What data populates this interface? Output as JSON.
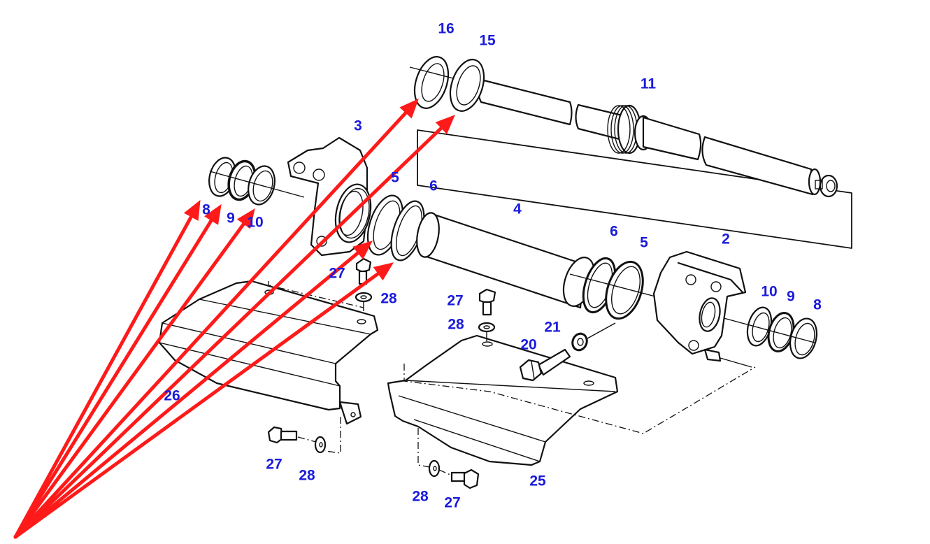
{
  "diagram": {
    "type": "exploded-parts-diagram",
    "subject": "Cylinder / shaft assembly with bearing housings and guard plates",
    "label_color": "#1a1adc",
    "arrow_color": "#ff1a1a",
    "line_color": "#111111",
    "callouts": [
      {
        "id": "c16",
        "text": "16",
        "part": "seal ring (outer)"
      },
      {
        "id": "c15",
        "text": "15",
        "part": "seal ring"
      },
      {
        "id": "c11",
        "text": "11",
        "part": "shaft"
      },
      {
        "id": "c3",
        "text": "3",
        "part": "bearing housing (left)"
      },
      {
        "id": "c5a",
        "text": "5",
        "part": "seal ring (left)"
      },
      {
        "id": "c6a",
        "text": "6",
        "part": "o-ring (left)"
      },
      {
        "id": "c4",
        "text": "4",
        "part": "cylinder tube"
      },
      {
        "id": "c6b",
        "text": "6",
        "part": "o-ring (right)"
      },
      {
        "id": "c5b",
        "text": "5",
        "part": "seal ring (right)"
      },
      {
        "id": "c2",
        "text": "2",
        "part": "bearing housing (right)"
      },
      {
        "id": "c8a",
        "text": "8",
        "part": "ring (left)"
      },
      {
        "id": "c9a",
        "text": "9",
        "part": "ring (left)"
      },
      {
        "id": "c10a",
        "text": "10",
        "part": "ring (left)"
      },
      {
        "id": "c10b",
        "text": "10",
        "part": "ring (right)"
      },
      {
        "id": "c9b",
        "text": "9",
        "part": "ring (right)"
      },
      {
        "id": "c8b",
        "text": "8",
        "part": "ring (right)"
      },
      {
        "id": "c27a",
        "text": "27",
        "part": "bolt"
      },
      {
        "id": "c28a",
        "text": "28",
        "part": "washer"
      },
      {
        "id": "c27b",
        "text": "27",
        "part": "bolt"
      },
      {
        "id": "c28b",
        "text": "28",
        "part": "washer"
      },
      {
        "id": "c21",
        "text": "21",
        "part": "washer"
      },
      {
        "id": "c20",
        "text": "20",
        "part": "hex bolt"
      },
      {
        "id": "c26",
        "text": "26",
        "part": "guard plate (left)"
      },
      {
        "id": "c27c",
        "text": "27",
        "part": "bolt"
      },
      {
        "id": "c28c",
        "text": "28",
        "part": "washer"
      },
      {
        "id": "c25",
        "text": "25",
        "part": "guard plate (right)"
      },
      {
        "id": "c28d",
        "text": "28",
        "part": "washer"
      },
      {
        "id": "c27d",
        "text": "27",
        "part": "bolt"
      }
    ],
    "highlight_arrows": {
      "origin": "bottom-left corner",
      "targets": [
        "8 (left)",
        "9 (left)",
        "10 (left)",
        "16",
        "15",
        "5 (left)",
        "6 (left)"
      ]
    }
  }
}
